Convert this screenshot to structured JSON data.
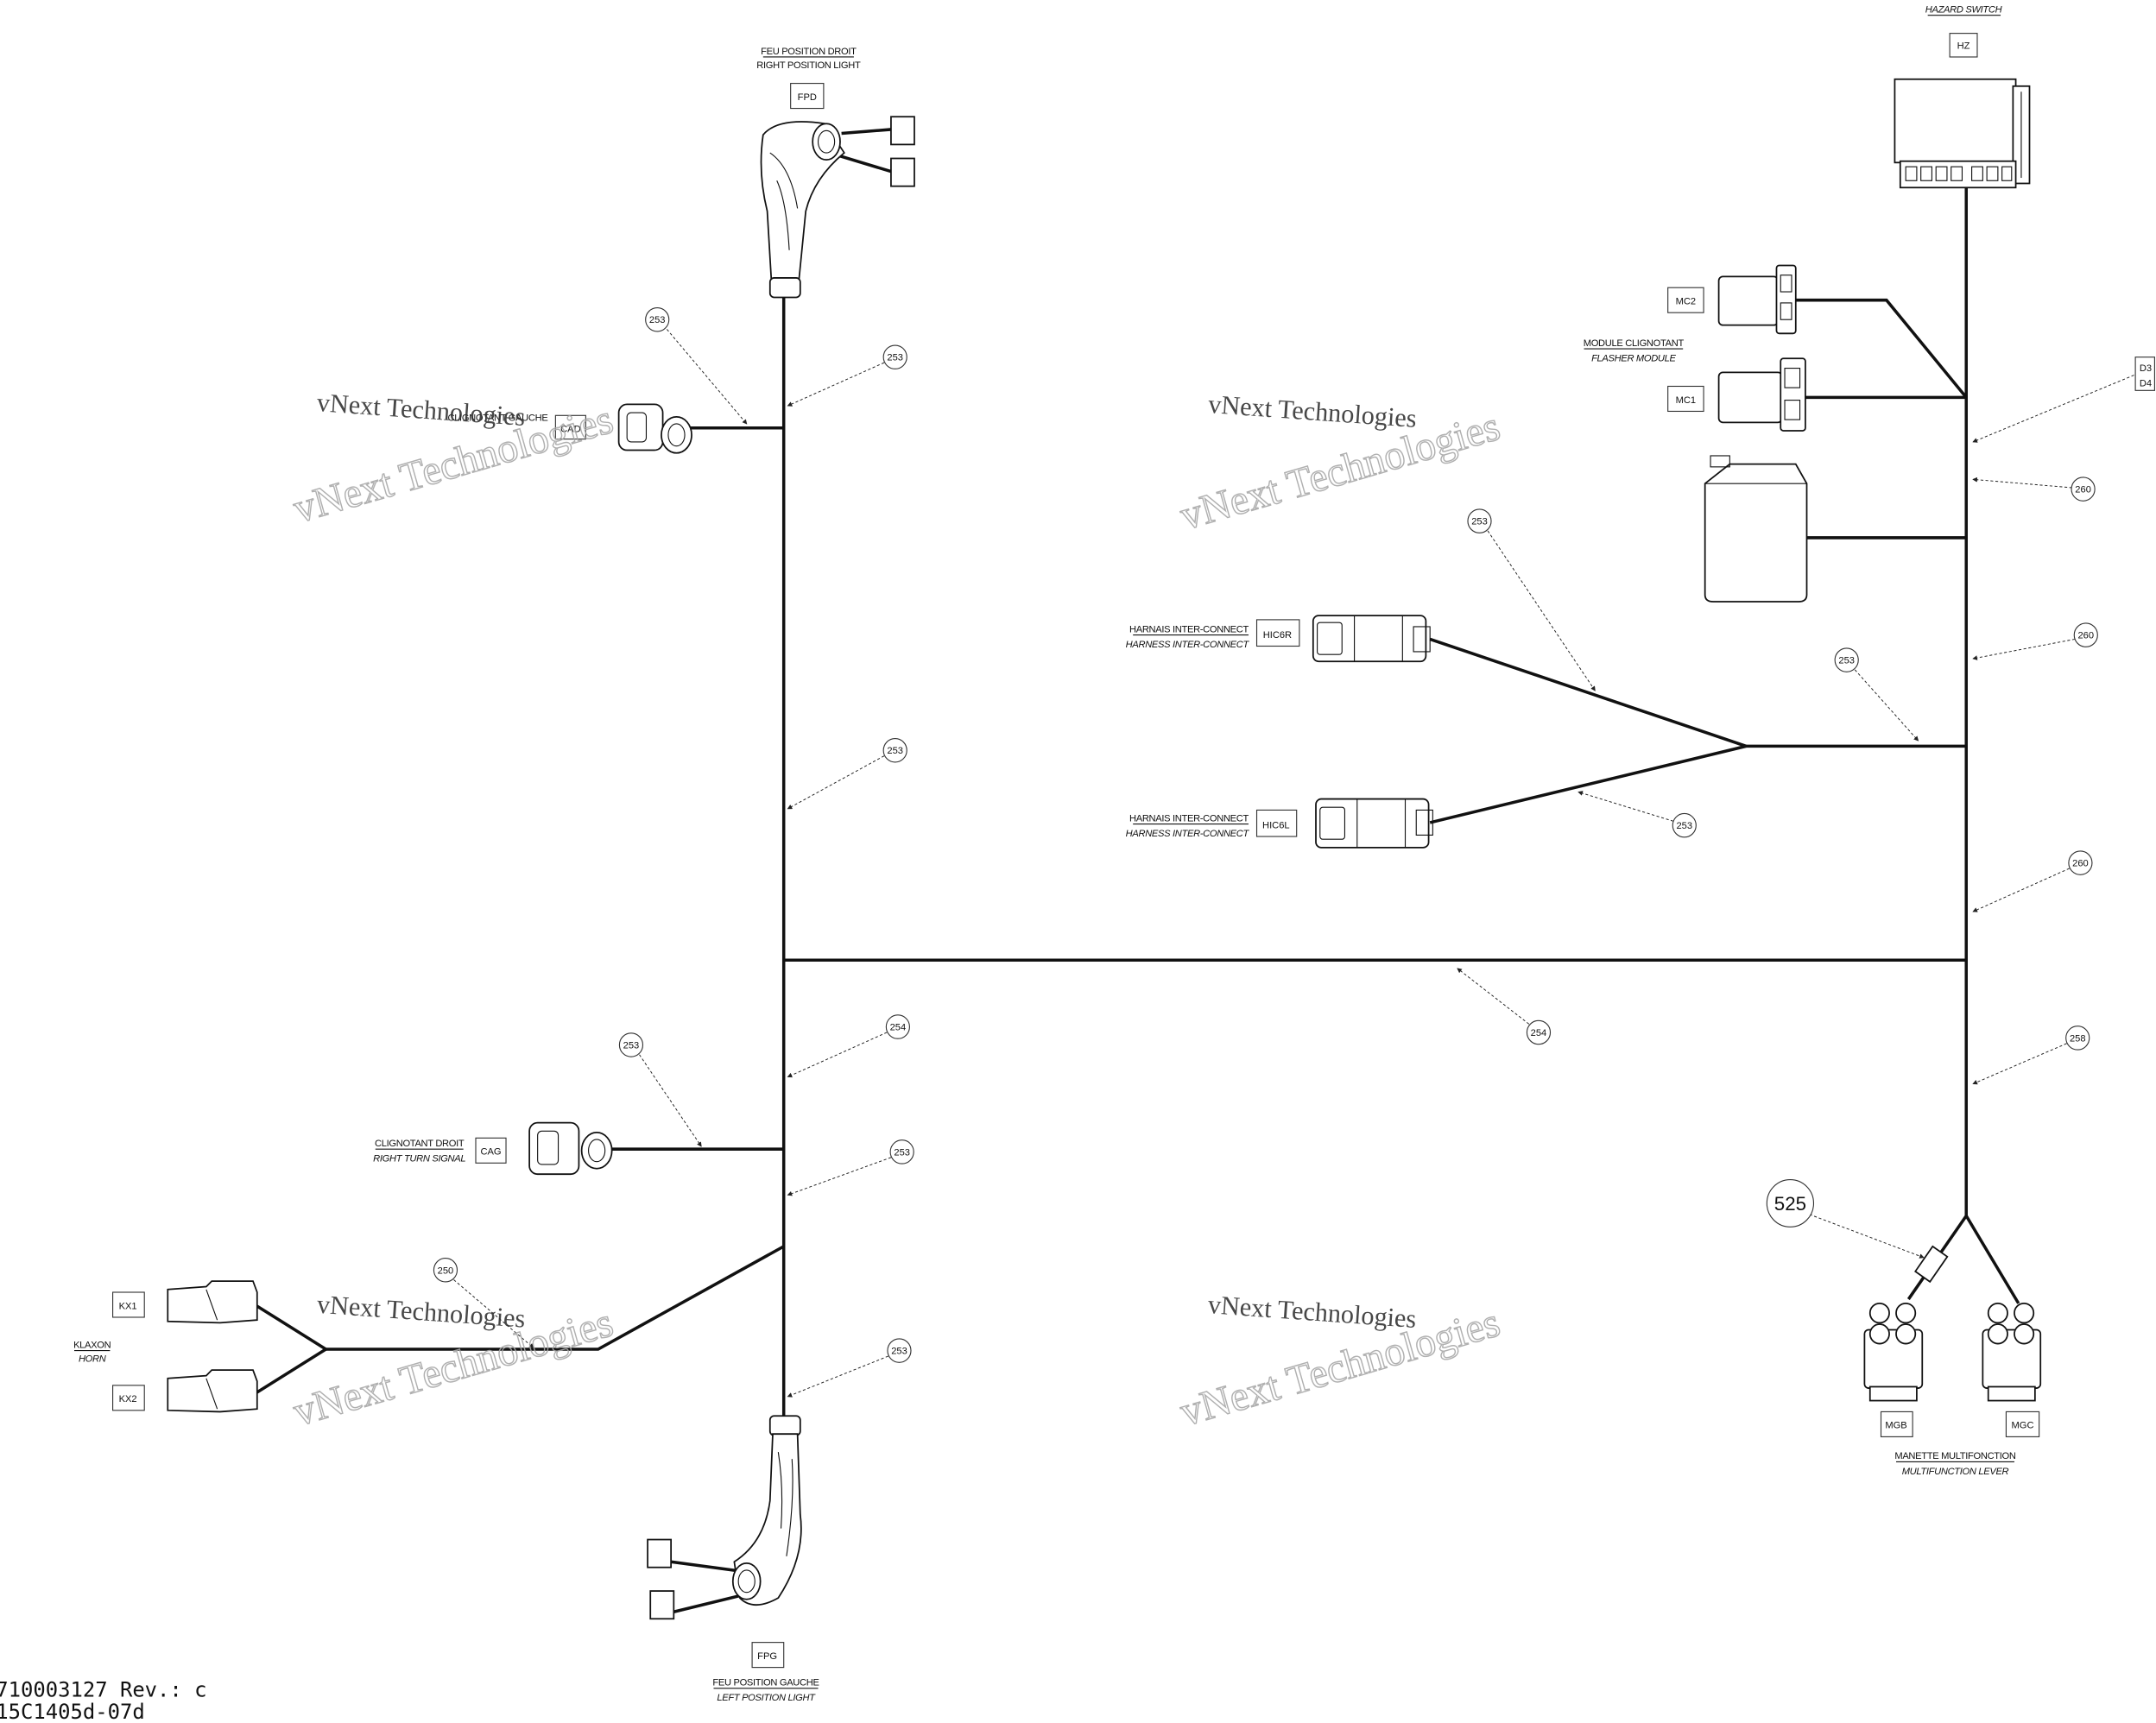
{
  "components": {
    "hazard_switch": {
      "en": "HAZARD SWITCH",
      "code": "HZ"
    },
    "right_position_light": {
      "fr": "FEU POSITION DROIT",
      "en": "RIGHT POSITION LIGHT",
      "code": "FPD"
    },
    "left_turn_signal": {
      "fr": "CLIGNOTANT GAUCHE",
      "code": "CAD"
    },
    "flasher_module": {
      "fr": "MODULE CLIGNOTANT",
      "en": "FLASHER MODULE",
      "codes": [
        "MC2",
        "MC1"
      ]
    },
    "harness_right": {
      "fr": "HARNAIS INTER-CONNECT",
      "en": "HARNESS INTER-CONNECT",
      "code": "HIC6R"
    },
    "harness_left": {
      "fr": "HARNAIS INTER-CONNECT",
      "en": "HARNESS INTER-CONNECT",
      "code": "HIC6L"
    },
    "right_turn_signal": {
      "fr": "CLIGNOTANT DROIT",
      "en": "RIGHT TURN SIGNAL",
      "code": "CAG"
    },
    "horn": {
      "fr": "KLAXON",
      "en": "HORN",
      "codes": [
        "KX1",
        "KX2"
      ]
    },
    "left_position_light": {
      "fr": "FEU POSITION GAUCHE",
      "en": "LEFT POSITION LIGHT",
      "code": "FPG"
    },
    "multifunction_lever": {
      "fr": "MANETTE MULTIFONCTION",
      "en": "MULTIFUNCTION LEVER",
      "codes": [
        "MGB",
        "MGC"
      ]
    },
    "diodes": {
      "codes": [
        "D3",
        "D4"
      ]
    }
  },
  "wire_callouts": [
    "253",
    "253",
    "253",
    "254",
    "253",
    "253",
    "250",
    "253",
    "254",
    "253",
    "253",
    "253",
    "260",
    "260",
    "258",
    "260",
    "525"
  ],
  "footer": {
    "part_number": "710003127 Rev.: c",
    "drawing_number": "15C1405d-07d"
  },
  "watermark": "vNext Technologies"
}
